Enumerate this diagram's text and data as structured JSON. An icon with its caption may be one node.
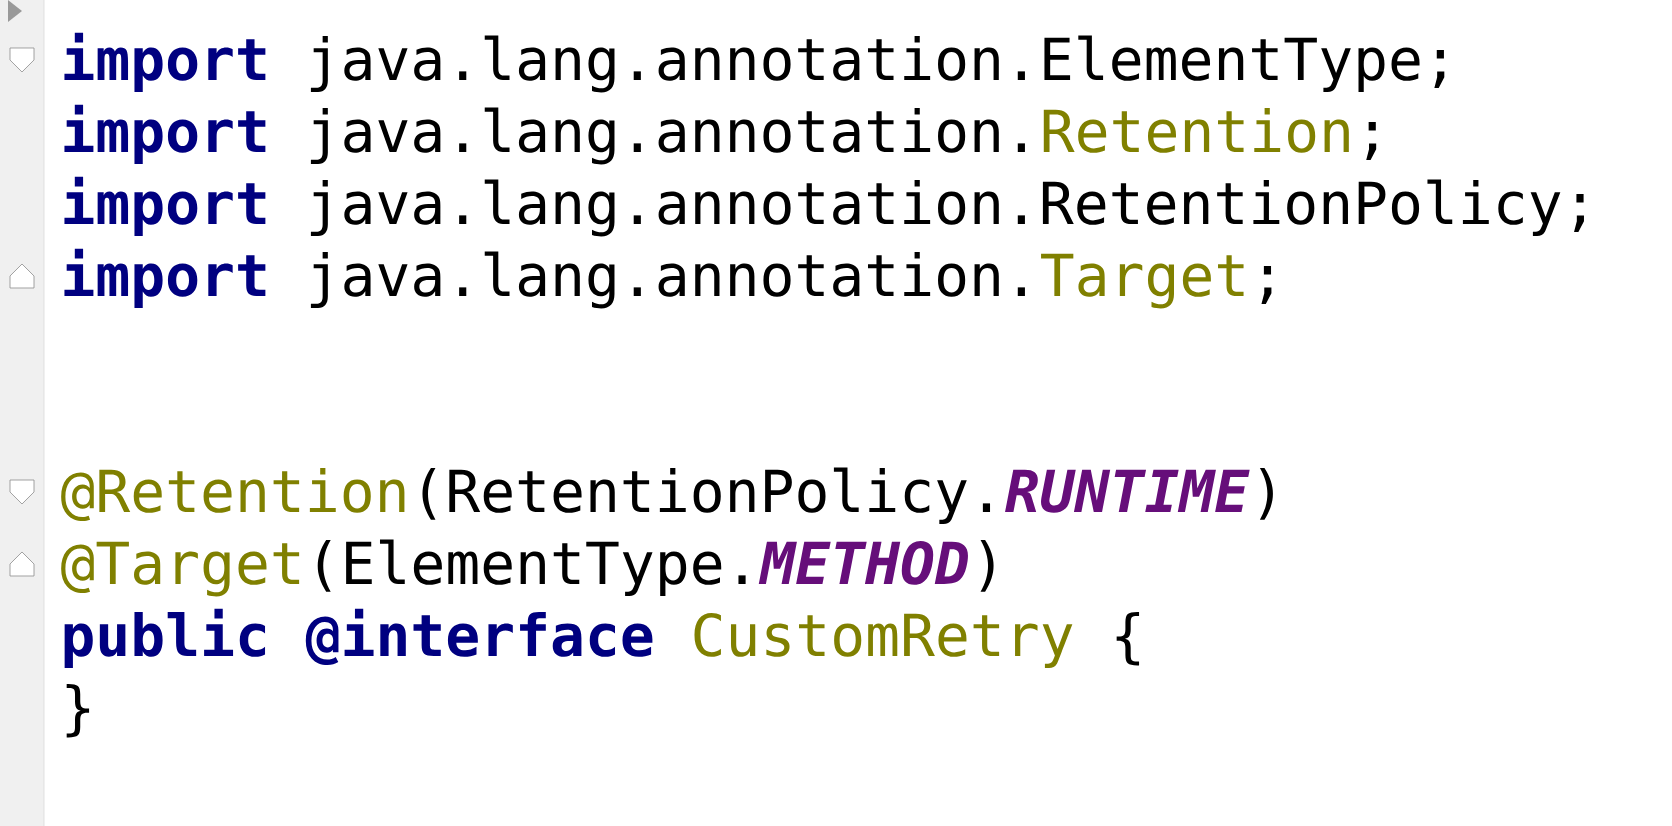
{
  "diagram": {
    "labels": [
      "import",
      "java.lang.annotation.ElementType;",
      "import",
      "java.lang.annotation.",
      "Retention",
      ";",
      "import",
      "java.lang.annotation.RetentionPolicy;",
      "import",
      "java.lang.annotation.",
      "Target",
      ";",
      "@Retention",
      "(RetentionPolicy.",
      "RUNTIME",
      ")",
      "@Target",
      "(ElementType.",
      "METHOD",
      ")",
      "public",
      "@interface",
      "CustomRetry",
      "{",
      "}"
    ]
  }
}
